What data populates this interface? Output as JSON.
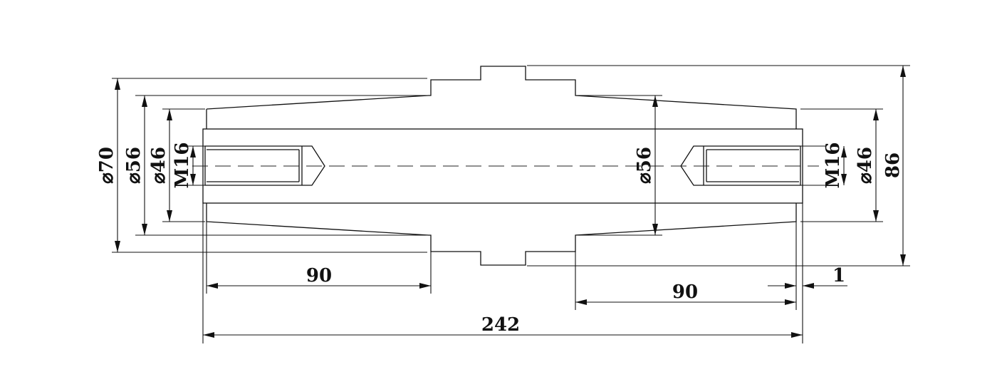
{
  "dimensions": {
    "d70": "⌀70",
    "d56_left": "⌀56",
    "d46_left": "⌀46",
    "m16_left": "M16",
    "d56_center": "⌀56",
    "m16_right": "M16",
    "d46_right": "⌀46",
    "h86": "86",
    "len90_left": "90",
    "len90_right": "90",
    "gap1": "1",
    "len242": "242"
  }
}
